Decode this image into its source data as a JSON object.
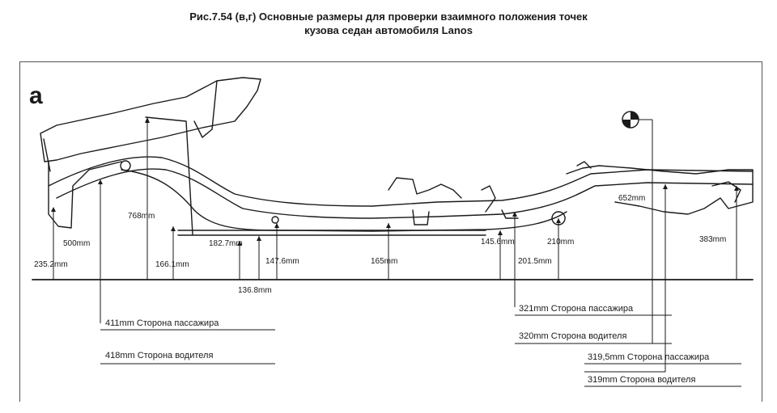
{
  "title": {
    "line1": "Рис.7.54 (в,г) Основные размеры для проверки взаимного положения точек",
    "line2": "кузова седан автомобиля Lanos"
  },
  "panel_letter": "а",
  "dimensions": {
    "d235": "235.2mm",
    "d500": "500mm",
    "d768": "768mm",
    "d166": "166.1mm",
    "d182": "182.7mm",
    "d147": "147.6mm",
    "d136": "136.8mm",
    "d165": "165mm",
    "d145": "145.6mm",
    "d201": "201.5mm",
    "d210": "210mm",
    "d652": "652mm",
    "d383": "383mm"
  },
  "notes": {
    "n411": "411mm  Сторона пассажира",
    "n418": "418mm  Сторона водителя",
    "n321": "321mm  Сторона пассажира",
    "n320": "320mm  Сторона водителя",
    "n319_5": "319,5mm  Сторона пассажира",
    "n319": "319mm  Сторона водителя"
  },
  "colors": {
    "ink": "#1a1a1a",
    "paper": "#ffffff"
  }
}
